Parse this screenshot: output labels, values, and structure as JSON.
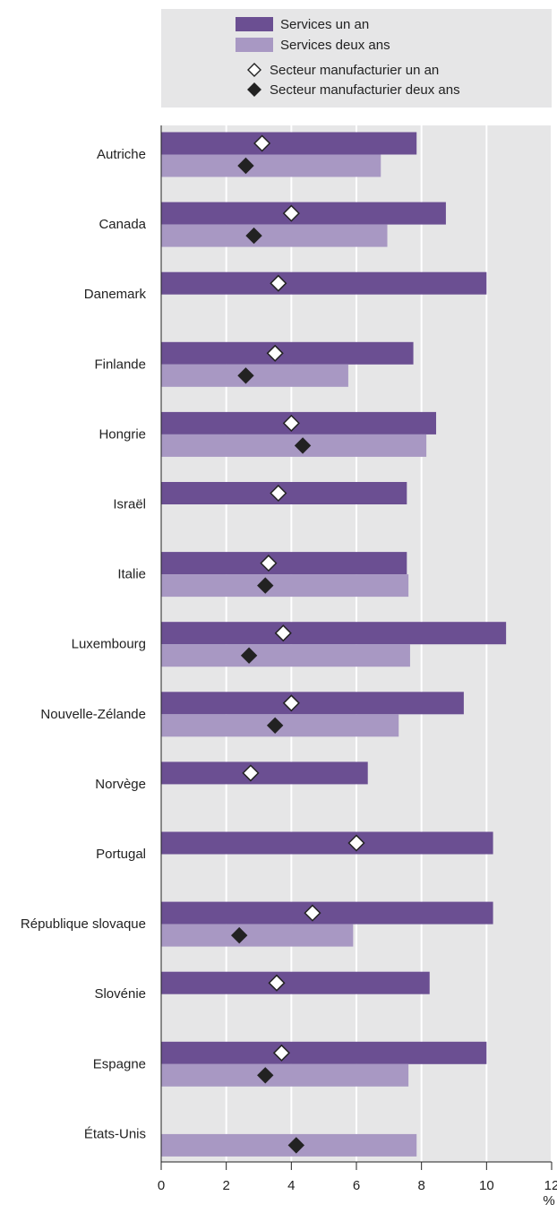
{
  "chart_data": {
    "type": "bar",
    "orientation": "horizontal",
    "categories": [
      "Autriche",
      "Canada",
      "Danemark",
      "Finlande",
      "Hongrie",
      "Israël",
      "Italie",
      "Luxembourg",
      "Nouvelle-Zélande",
      "Norvège",
      "Portugal",
      "République slovaque",
      "Slovénie",
      "Espagne",
      "États-Unis"
    ],
    "series": [
      {
        "name": "Services un an",
        "kind": "bar",
        "color": "#6b4f92",
        "values": [
          7.85,
          8.75,
          10.0,
          7.75,
          8.45,
          7.55,
          7.55,
          10.6,
          9.3,
          6.35,
          10.2,
          10.2,
          8.25,
          10.0,
          null
        ]
      },
      {
        "name": "Services deux ans",
        "kind": "bar",
        "color": "#a898c3",
        "values": [
          6.75,
          6.95,
          null,
          5.75,
          8.15,
          null,
          7.6,
          7.65,
          7.3,
          null,
          null,
          5.9,
          null,
          7.6,
          7.85
        ]
      },
      {
        "name": "Secteur manufacturier un an",
        "kind": "marker",
        "marker": "diamond-open",
        "values": [
          3.1,
          4.0,
          3.6,
          3.5,
          4.0,
          3.6,
          3.3,
          3.75,
          4.0,
          2.75,
          6.0,
          4.65,
          3.55,
          3.7,
          null
        ]
      },
      {
        "name": "Secteur manufacturier deux ans",
        "kind": "marker",
        "marker": "diamond-filled",
        "values": [
          2.6,
          2.85,
          null,
          2.6,
          4.35,
          null,
          3.2,
          2.7,
          3.5,
          null,
          null,
          2.4,
          null,
          3.2,
          4.15
        ]
      }
    ],
    "xlim": [
      0,
      12
    ],
    "xticks": [
      "0",
      "2",
      "4",
      "6",
      "8",
      "10",
      "12"
    ],
    "xlabel": "%",
    "grid": true,
    "legend_position": "top"
  },
  "colors": {
    "plot_background": "#e6e6e7",
    "legend_background": "#e6e6e7",
    "grid": "#ffffff",
    "axis": "#222222",
    "marker_fill": "#222222",
    "marker_open_fill": "#ffffff"
  }
}
